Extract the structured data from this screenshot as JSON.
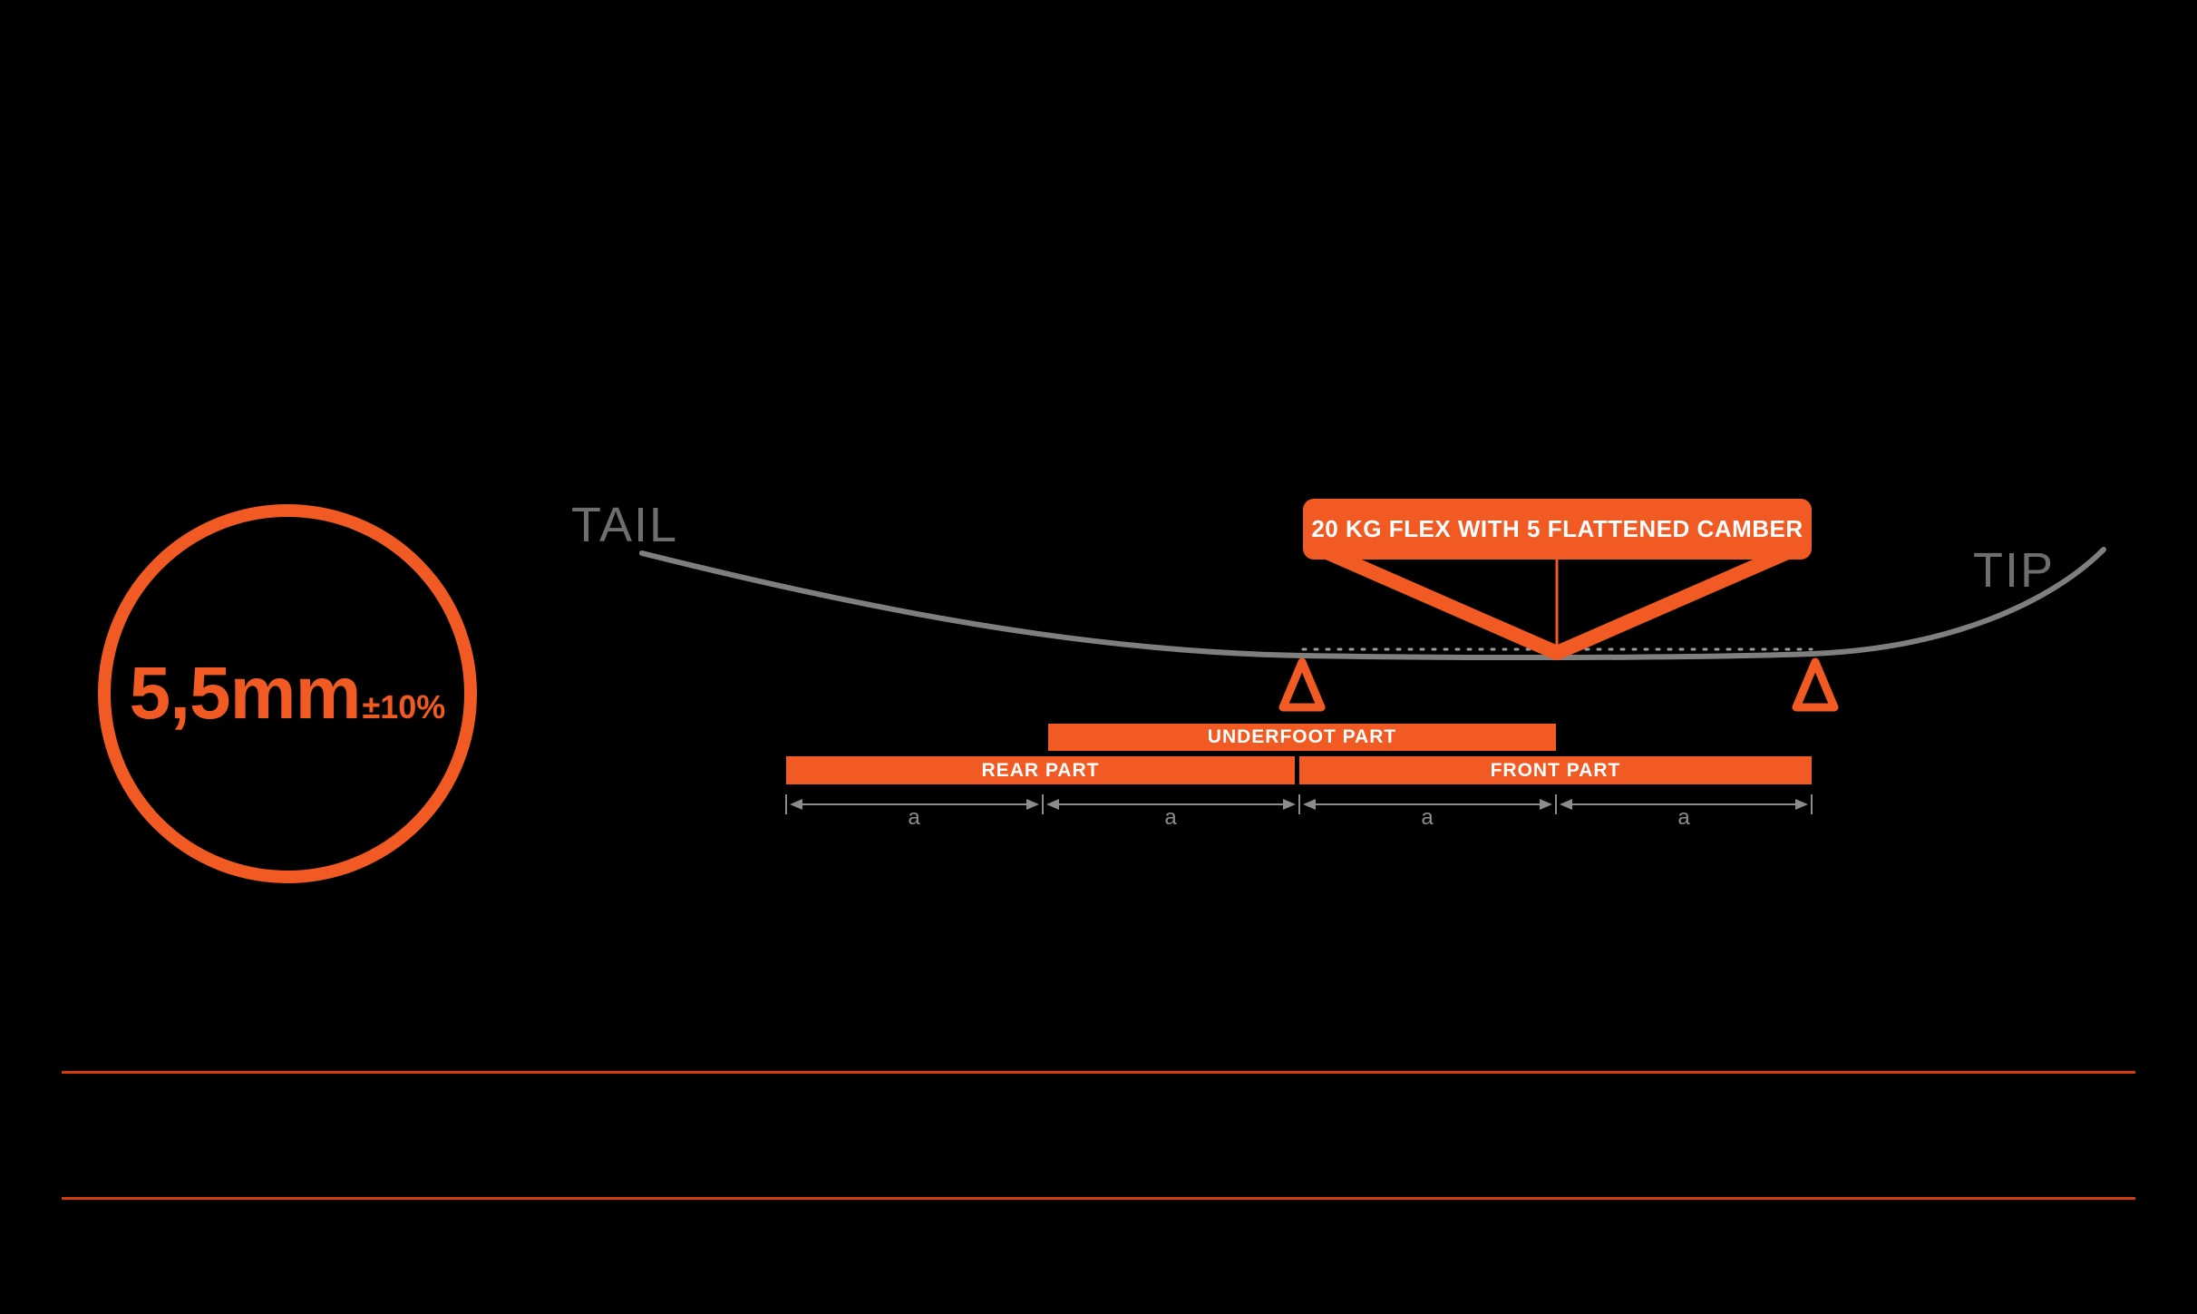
{
  "diagram": {
    "title_circle": {
      "value": "5,5mm",
      "tolerance": "±10%"
    },
    "ends": {
      "tail": "TAIL",
      "tip": "TIP"
    },
    "callout": "20 KG FLEX WITH 5 FLATTENED CAMBER",
    "parts": {
      "underfoot": "UNDERFOOT PART",
      "rear": "REAR PART",
      "front": "FRONT PART"
    },
    "segments": [
      "a",
      "a",
      "a",
      "a"
    ]
  },
  "colors": {
    "background": "#000000",
    "orange": "#f15a22",
    "curve_gray": "#7f7f7f",
    "text_gray": "#6e6e6e",
    "dim_gray": "#8c8c8c",
    "rule_red": "#d63a06",
    "white": "#ffffff"
  }
}
